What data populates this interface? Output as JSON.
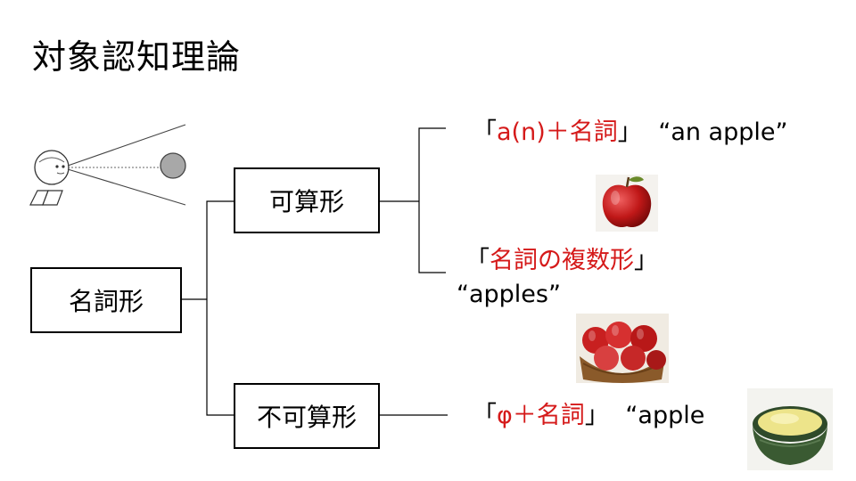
{
  "title": "対象認知理論",
  "nodes": {
    "root": "名詞形",
    "countable": "可算形",
    "uncountable": "不可算形"
  },
  "labels": {
    "singular": {
      "bracket_open": "「",
      "pattern": "a(n)＋名詞",
      "bracket_close": "」",
      "example": "“an apple”"
    },
    "plural": {
      "bracket_open": "「",
      "pattern": "名詞の複数形",
      "bracket_close": "」",
      "example": "“apples”"
    },
    "mass": {
      "bracket_open": "「",
      "pattern": "φ＋名詞",
      "bracket_close": "」",
      "example": "“apple"
    }
  },
  "colors": {
    "pattern_text": "#d51a1a",
    "lines": "#000000"
  }
}
